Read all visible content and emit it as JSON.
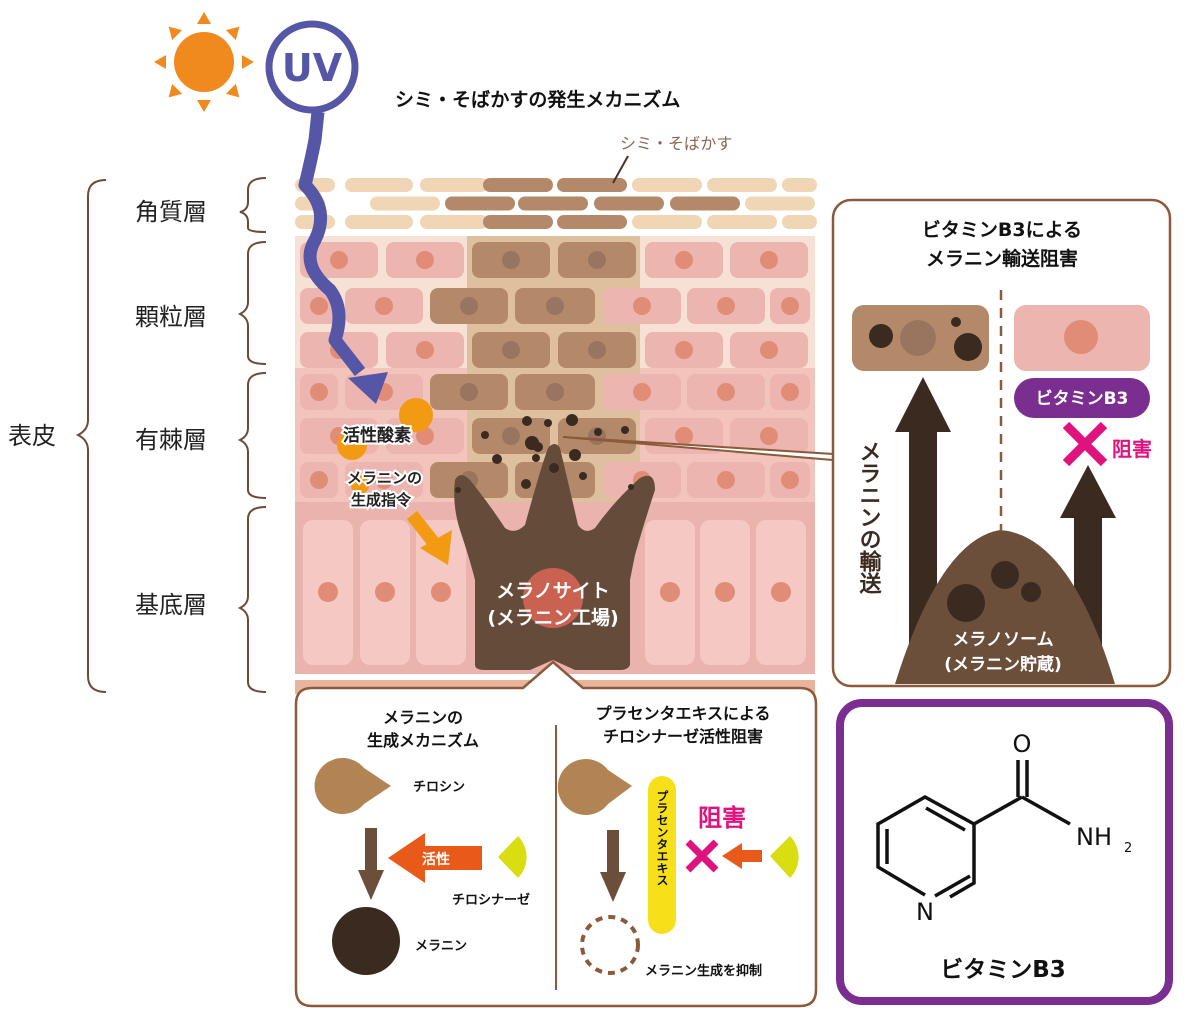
{
  "title": "シミ・そばかすの発生メカニズム",
  "uv_label": "UV",
  "spot_label": "シミ・そばかす",
  "epidermis_label": "表皮",
  "layers": [
    {
      "id": "stratum-corneum",
      "label": "角質層"
    },
    {
      "id": "stratum-granulosum",
      "label": "顆粒層"
    },
    {
      "id": "stratum-spinosum",
      "label": "有棘層"
    },
    {
      "id": "stratum-basale",
      "label": "基底層"
    }
  ],
  "skin_annotations": {
    "reactive_oxygen": "活性酸素",
    "melanin_order_line1": "メラニンの",
    "melanin_order_line2": "生成指令",
    "melanocyte_line1": "メラノサイト",
    "melanocyte_line2": "(メラニン工場)"
  },
  "vitamin_panel": {
    "title_line1": "ビタミンB3による",
    "title_line2": "メラニン輸送阻害",
    "transport_label": "メラニンの輸送",
    "badge": "ビタミンB3",
    "inhibit_label": "阻害",
    "melanosome_line1": "メラノソーム",
    "melanosome_line2": "(メラニン貯蔵)"
  },
  "mechanism_panel": {
    "title_line1": "メラニンの",
    "title_line2": "生成メカニズム",
    "tyrosine": "チロシン",
    "activity": "活性",
    "tyrosinase": "チロシナーゼ",
    "melanin": "メラニン"
  },
  "placenta_panel": {
    "title_line1": "プラセンタエキスによる",
    "title_line2": "チロシナーゼ活性阻害",
    "bar_label": "プラセンタエキス",
    "inhibit_label": "阻害",
    "result": "メラニン生成を抑制"
  },
  "structure_panel": {
    "atom_o": "O",
    "atom_n": "N",
    "atom_nh2": "NH",
    "subscript": "2",
    "caption": "ビタミンB3"
  },
  "colors": {
    "sun": "#f08a1e",
    "uv": "#5656a6",
    "brown_dark": "#3b2a20",
    "brown_mid": "#6b4f3a",
    "brown_frame": "#8a5a3a",
    "spot": "#b3896a",
    "corneum": "#f0d6b4",
    "pink_cell": "#ecb5b0",
    "nucleus": "#e08c76",
    "magenta": "#e0127e",
    "purple": "#7a2e8f",
    "orange_red": "#e85a1a",
    "yellow": "#f7e01a",
    "lime": "#d8de10"
  }
}
